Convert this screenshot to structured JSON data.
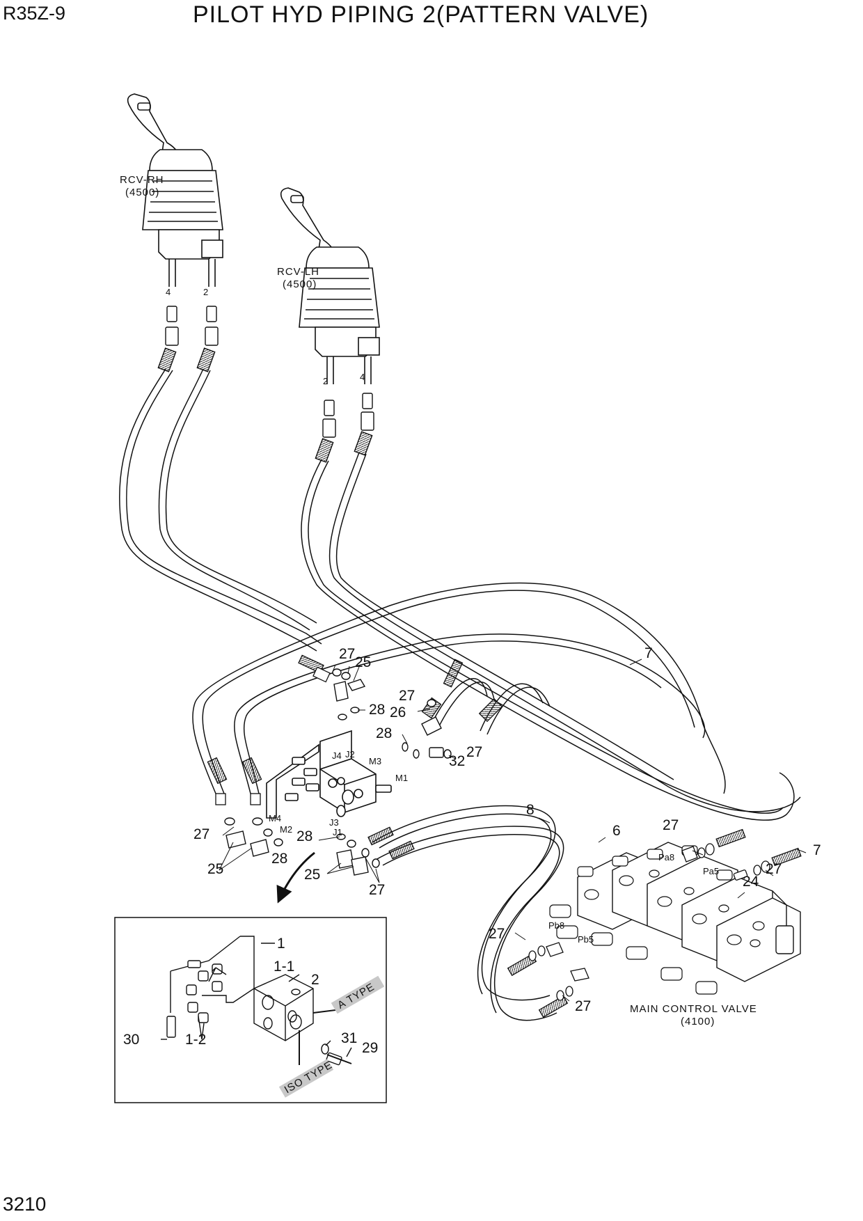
{
  "header": {
    "model": "R35Z-9",
    "title": "PILOT HYD PIPING 2(PATTERN VALVE)"
  },
  "footer": {
    "page_number": "3210"
  },
  "components": {
    "rcv_rh": {
      "name": "RCV-RH",
      "ref": "(4500)"
    },
    "rcv_lh": {
      "name": "RCV-LH",
      "ref": "(4500)"
    },
    "mcv": {
      "name": "MAIN CONTROL VALVE",
      "ref": "(4100)"
    }
  },
  "ports": {
    "rh_4": "4",
    "rh_2": "2",
    "lh_2": "2",
    "lh_4": "4",
    "J1": "J1",
    "J2": "J2",
    "J3": "J3",
    "J4": "J4",
    "M1": "M1",
    "M2": "M2",
    "M3": "M3",
    "M4": "M4",
    "Pa8": "Pa8",
    "Pa5": "Pa5",
    "Pb8": "Pb8",
    "Pb5": "Pb5"
  },
  "callouts": {
    "c27a": "27",
    "c25a": "25",
    "c28a": "28",
    "c27b": "27",
    "c26": "26",
    "c28b": "28",
    "c27c": "27",
    "c32": "32",
    "c7a": "7",
    "c8": "8",
    "c6": "6",
    "c27d": "27",
    "c7b": "7",
    "c27e": "27",
    "c24": "24",
    "c27f": "27",
    "c25b": "25",
    "c28c": "28",
    "c28d": "28",
    "c25c": "25",
    "c27g": "27",
    "c27h": "27",
    "c27i": "27"
  },
  "inset": {
    "c1": "1",
    "c1_1": "1-1",
    "c2": "2",
    "c30": "30",
    "c1_2": "1-2",
    "c31": "31",
    "c29": "29",
    "a_type": "A TYPE",
    "iso_type": "ISO TYPE"
  }
}
